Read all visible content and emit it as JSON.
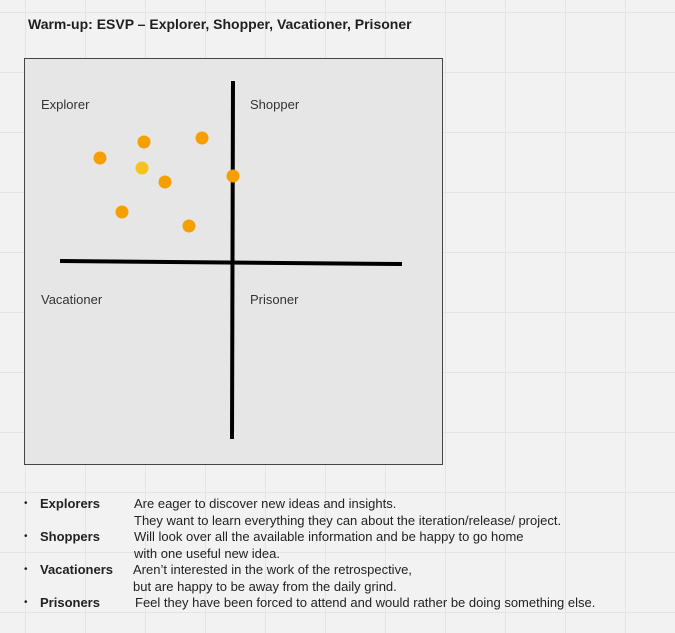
{
  "title": "Warm-up: ESVP – Explorer, Shopper, Vacationer, Prisoner",
  "quadrants": {
    "top_left": "Explorer",
    "top_right": "Shopper",
    "bottom_left": "Vacationer",
    "bottom_right": "Prisoner"
  },
  "colors": {
    "dot": "#f5a000",
    "dot_light": "#f7c21d",
    "axis": "#000000",
    "board": "#e6e6e6"
  },
  "votes": [
    {
      "quadrant": "Explorer",
      "color": "#f5a000"
    },
    {
      "quadrant": "Explorer",
      "color": "#f5a000"
    },
    {
      "quadrant": "Explorer",
      "color": "#f7c21d"
    },
    {
      "quadrant": "Explorer",
      "color": "#f5a000"
    },
    {
      "quadrant": "Explorer",
      "color": "#f5a000"
    },
    {
      "quadrant": "Explorer",
      "color": "#f5a000"
    },
    {
      "quadrant": "Explorer",
      "color": "#f5a000"
    },
    {
      "quadrant": "Shopper (on boundary)",
      "color": "#f5a000"
    }
  ],
  "legend": [
    {
      "term": "Explorers",
      "line1": "Are eager to discover new ideas and insights.",
      "line2": "They want to learn everything they can about the iteration/release/ project."
    },
    {
      "term": "Shoppers",
      "line1": "Will look over all the available information and be happy to go home",
      "line2": "with one useful new idea."
    },
    {
      "term": "Vacationers",
      "line1": "Aren’t interested in the work of the retrospective,",
      "line2": "but are happy to be away from the daily grind."
    },
    {
      "term": "Prisoners",
      "line1": "Feel they have been forced to attend and would rather be doing something else.",
      "line2": ""
    }
  ]
}
